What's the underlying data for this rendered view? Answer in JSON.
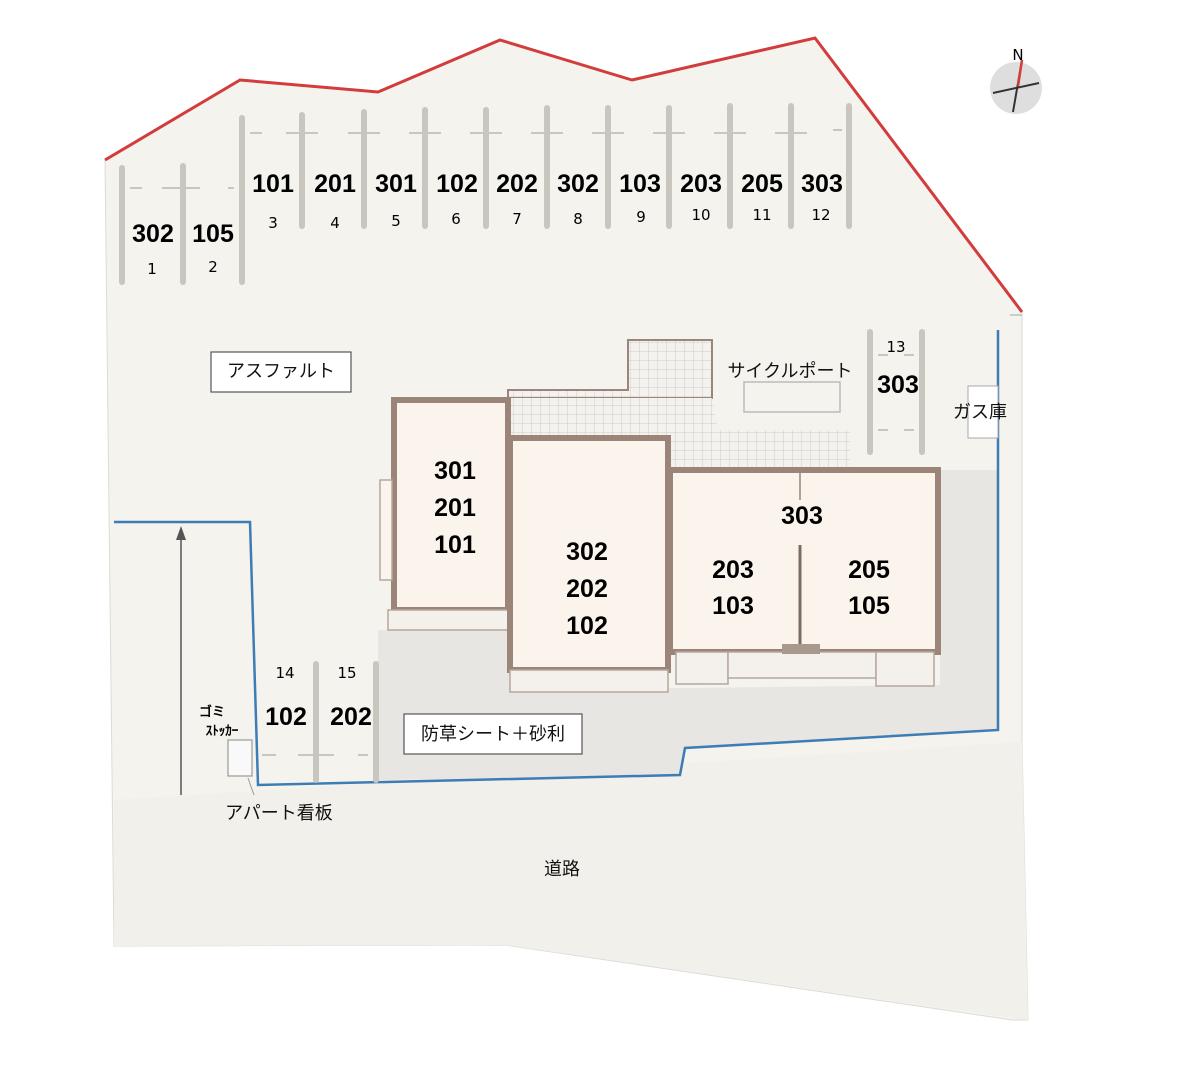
{
  "colors": {
    "ground": "#f4f3ee",
    "gravel": "#e6e5e1",
    "building_fill": "#fbf4ec",
    "building_wall": "#9a8578",
    "tile": "#d9d6d1",
    "boundary_red": "#d23c3c",
    "boundary_blue": "#3d7db5"
  },
  "compass": {
    "label": "N"
  },
  "parking": {
    "slots": [
      {
        "num": "1",
        "unit": "302"
      },
      {
        "num": "2",
        "unit": "105"
      },
      {
        "num": "3",
        "unit": "101"
      },
      {
        "num": "4",
        "unit": "201"
      },
      {
        "num": "5",
        "unit": "301"
      },
      {
        "num": "6",
        "unit": "102"
      },
      {
        "num": "7",
        "unit": "202"
      },
      {
        "num": "8",
        "unit": "302"
      },
      {
        "num": "9",
        "unit": "103"
      },
      {
        "num": "10",
        "unit": "203"
      },
      {
        "num": "11",
        "unit": "205"
      },
      {
        "num": "12",
        "unit": "303"
      },
      {
        "num": "13",
        "unit": "303"
      },
      {
        "num": "14",
        "unit": "102"
      },
      {
        "num": "15",
        "unit": "202"
      }
    ]
  },
  "buildings": {
    "a": [
      "301",
      "201",
      "101"
    ],
    "b": [
      "302",
      "202",
      "102"
    ],
    "c_top": "303",
    "c_left": [
      "203",
      "103"
    ],
    "c_right": [
      "205",
      "105"
    ]
  },
  "labels": {
    "asphalt": "アスファルト",
    "cycle_port": "サイクルポート",
    "gas": "ガス庫",
    "gravel": "防草シート＋砂利",
    "garbage_1": "ゴミ",
    "garbage_2": "ｽﾄｯｶｰ",
    "sign": "アパート看板",
    "road": "道路"
  }
}
